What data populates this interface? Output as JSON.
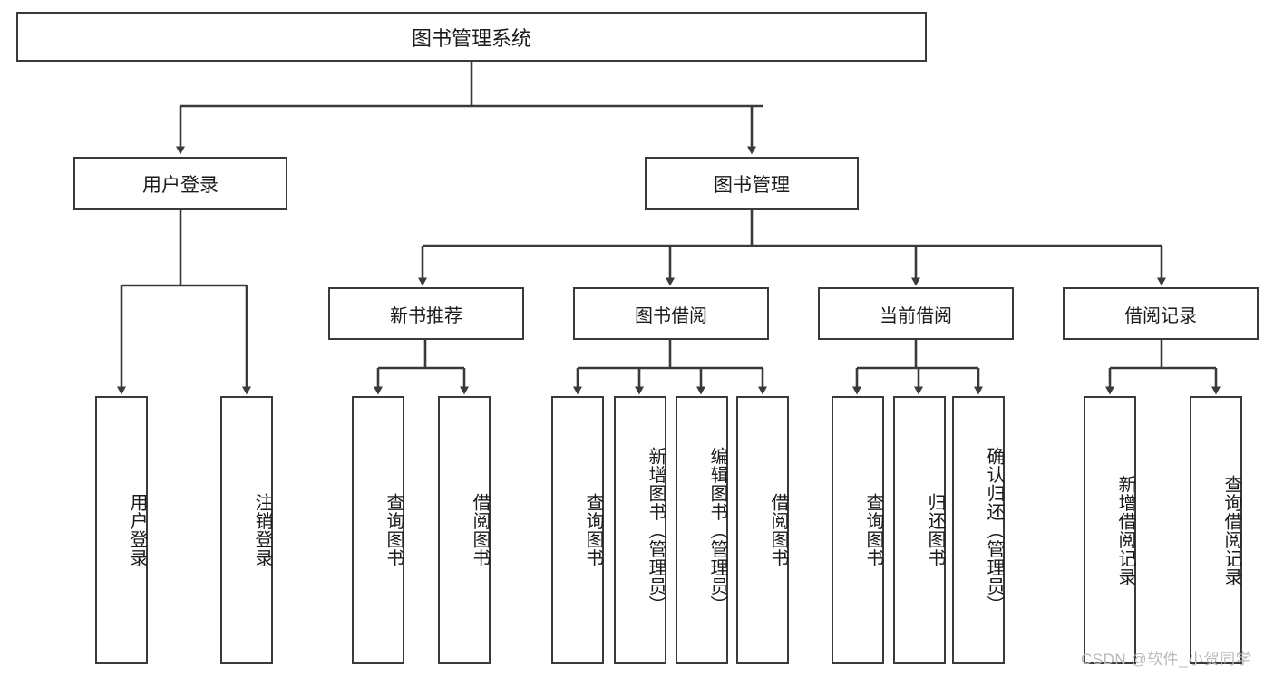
{
  "diagram": {
    "title": "图书管理系统",
    "type": "functional-decomposition-tree",
    "colors": {
      "box_border": "#3a3a3a",
      "box_fill": "#ffffff",
      "connector": "#3a3a3a",
      "text": "#1b1b1b",
      "watermark": "#b9b9b9",
      "background": "#ffffff"
    },
    "nodes": {
      "root": {
        "label": "图书管理系统"
      },
      "level2": [
        {
          "id": "user-login",
          "label": "用户登录"
        },
        {
          "id": "book-management",
          "label": "图书管理"
        }
      ],
      "level3": [
        {
          "id": "new-book-recommend",
          "label": "新书推荐"
        },
        {
          "id": "book-borrow",
          "label": "图书借阅"
        },
        {
          "id": "current-borrow",
          "label": "当前借阅"
        },
        {
          "id": "borrow-record",
          "label": "借阅记录"
        }
      ],
      "leaves": {
        "user_login": [
          {
            "id": "leaf-user-login",
            "label": "用户登录"
          },
          {
            "id": "leaf-user-logout",
            "label": "注销登录"
          }
        ],
        "new_book_recommend": [
          {
            "id": "leaf-query-book-1",
            "label": "查询图书"
          },
          {
            "id": "leaf-borrow-book-1",
            "label": "借阅图书"
          }
        ],
        "book_borrow": [
          {
            "id": "leaf-query-book-2",
            "label": "查询图书"
          },
          {
            "id": "leaf-add-book",
            "label": "新增图书（管理员）"
          },
          {
            "id": "leaf-edit-book",
            "label": "编辑图书（管理员）"
          },
          {
            "id": "leaf-borrow-book-2",
            "label": "借阅图书"
          }
        ],
        "current_borrow": [
          {
            "id": "leaf-query-book-3",
            "label": "查询图书"
          },
          {
            "id": "leaf-return-book",
            "label": "归还图书"
          },
          {
            "id": "leaf-confirm-return",
            "label": "确认归还（管理员）"
          }
        ],
        "borrow_record": [
          {
            "id": "leaf-add-record",
            "label": "新增借阅记录"
          },
          {
            "id": "leaf-query-record",
            "label": "查询借阅记录"
          }
        ]
      }
    },
    "watermark": "CSDN @软件_小贺同学"
  }
}
